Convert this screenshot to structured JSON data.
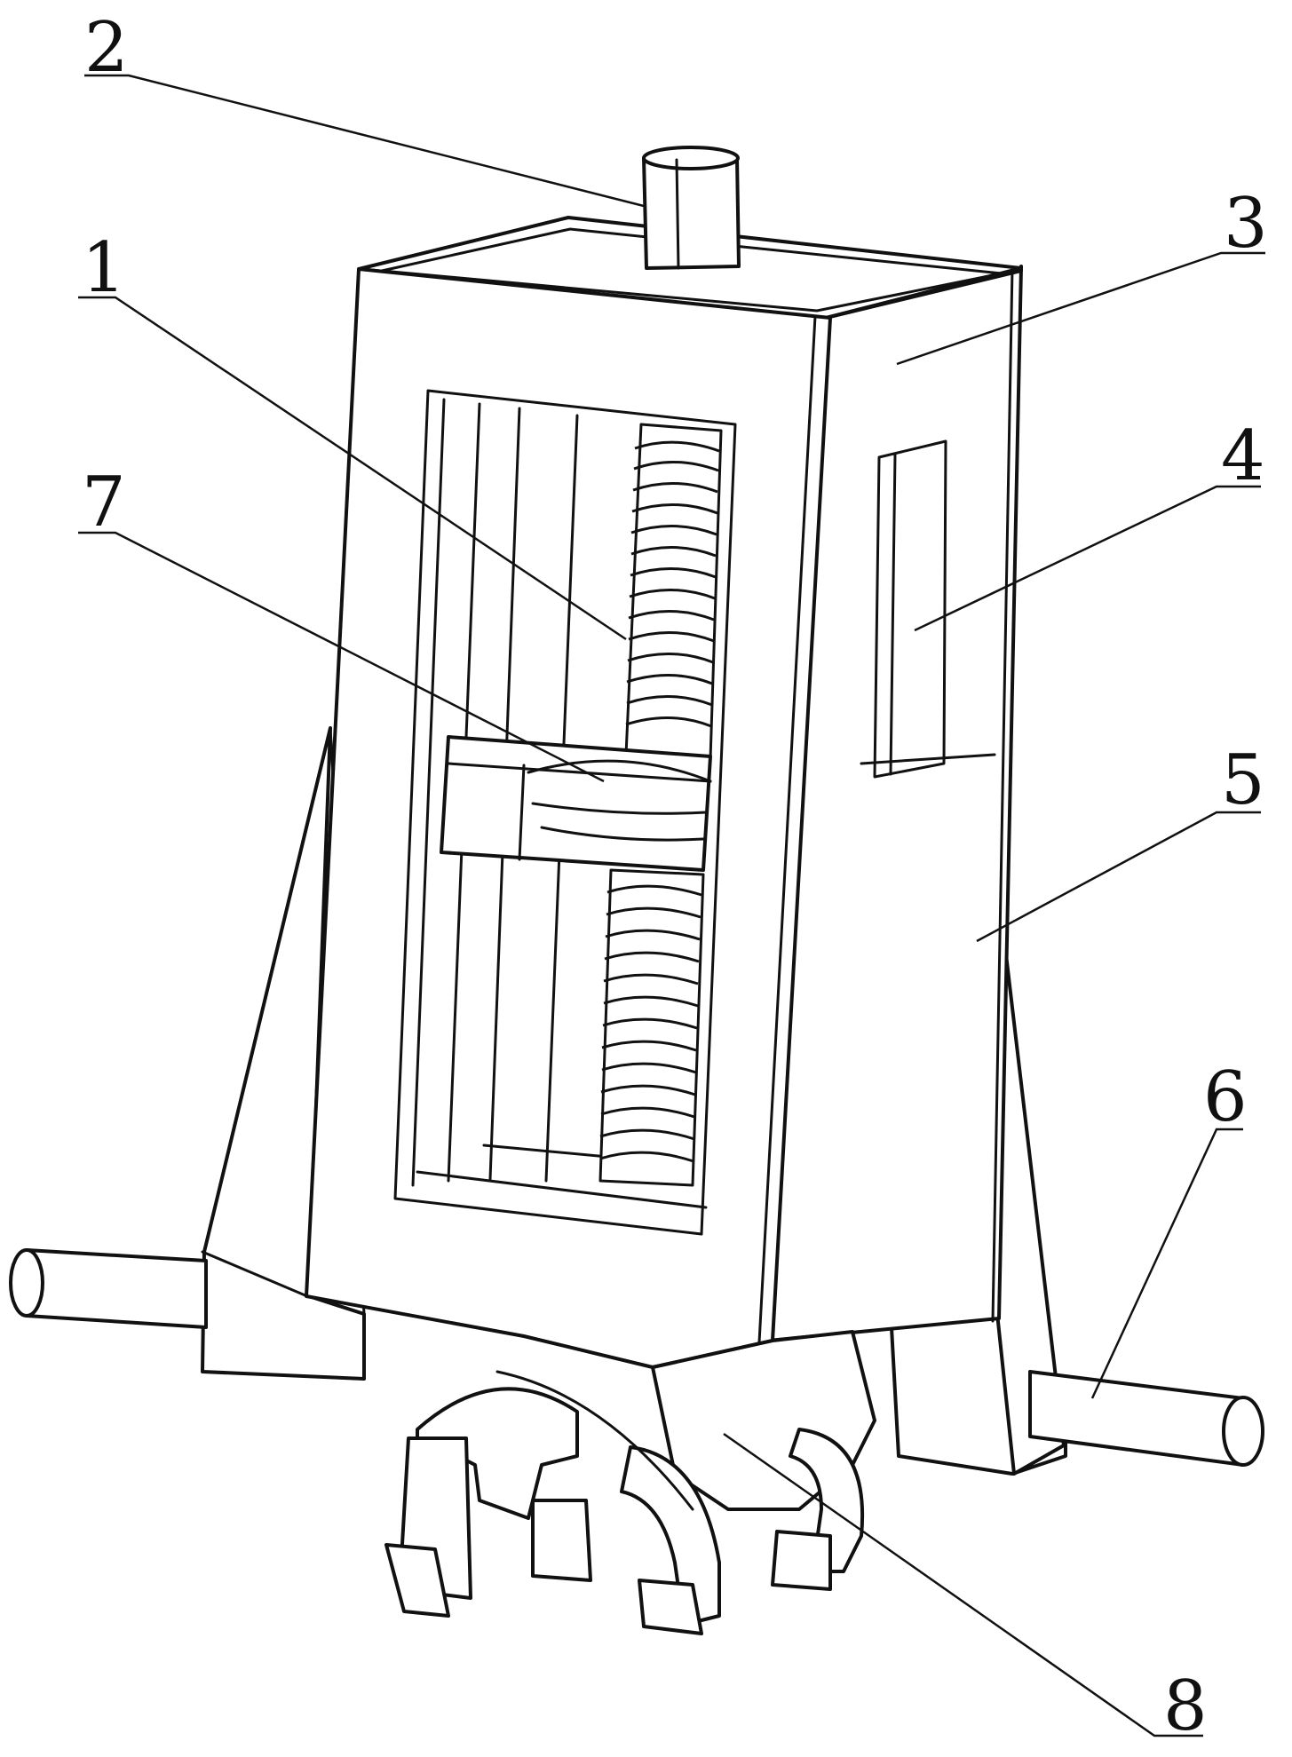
{
  "diagram": {
    "callouts": [
      {
        "id": "callout-1",
        "label": "1"
      },
      {
        "id": "callout-2",
        "label": "2"
      },
      {
        "id": "callout-3",
        "label": "3"
      },
      {
        "id": "callout-4",
        "label": "4"
      },
      {
        "id": "callout-5",
        "label": "5"
      },
      {
        "id": "callout-6",
        "label": "6"
      },
      {
        "id": "callout-7",
        "label": "7"
      },
      {
        "id": "callout-8",
        "label": "8"
      }
    ]
  },
  "colors": {
    "line": "#111111",
    "background": "#ffffff"
  }
}
